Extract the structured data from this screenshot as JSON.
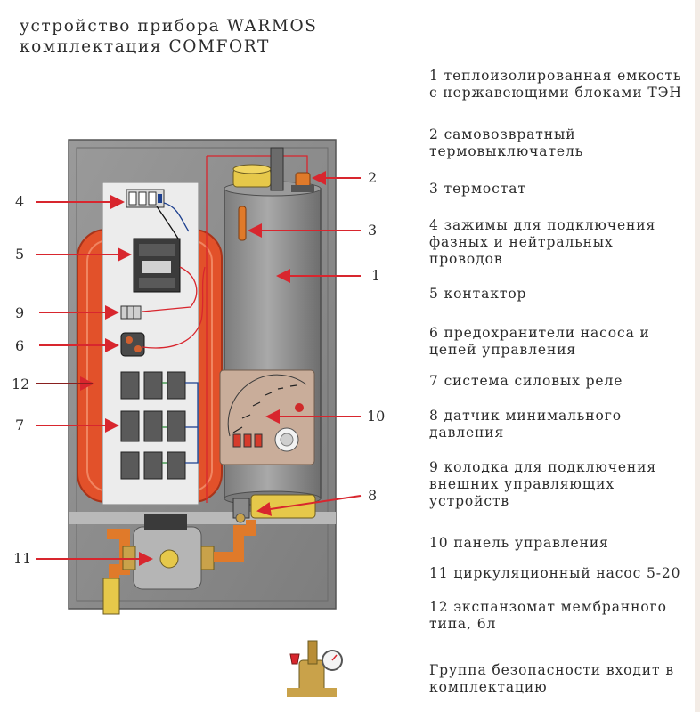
{
  "title": {
    "line1": "устройство прибора WARMOS",
    "line2": "комплектация COMFORT"
  },
  "legend": [
    {
      "text": "1 теплоизолированная емкость\nс нержавеющими блоками ТЭН"
    },
    {
      "text": "2 самовозвратный\nтермовыключатель"
    },
    {
      "text": "3 термостат"
    },
    {
      "text": "4 зажимы для подключения\nфазных и нейтральных\nпроводов"
    },
    {
      "text": "5 контактор"
    },
    {
      "text": "6 предохранители насоса и\nцепей управления"
    },
    {
      "text": "7 система силовых реле"
    },
    {
      "text": "8 датчик минимального\nдавления"
    },
    {
      "text": "9 колодка для подключения\nвнешних управляющих\nустройств"
    },
    {
      "text": "10 панель управления"
    },
    {
      "text": "11 циркуляционный насос 5-20"
    },
    {
      "text": "12 экспанзомат мембранного\nтипа, 6л"
    },
    {
      "text": "Группа безопасности входит в\nкомплектацию"
    }
  ],
  "callouts": {
    "c1": "1",
    "c2": "2",
    "c3": "3",
    "c4": "4",
    "c5": "5",
    "c6": "6",
    "c7": "7",
    "c8": "8",
    "c9": "9",
    "c10": "10",
    "c11": "11",
    "c12": "12"
  },
  "colors": {
    "frame": "#8a8a8a",
    "tank": "#8d8d8d",
    "expansion": "#e2512a",
    "arrow": "#d8262e",
    "copper": "#e07a2a",
    "brass": "#c9a24a"
  }
}
